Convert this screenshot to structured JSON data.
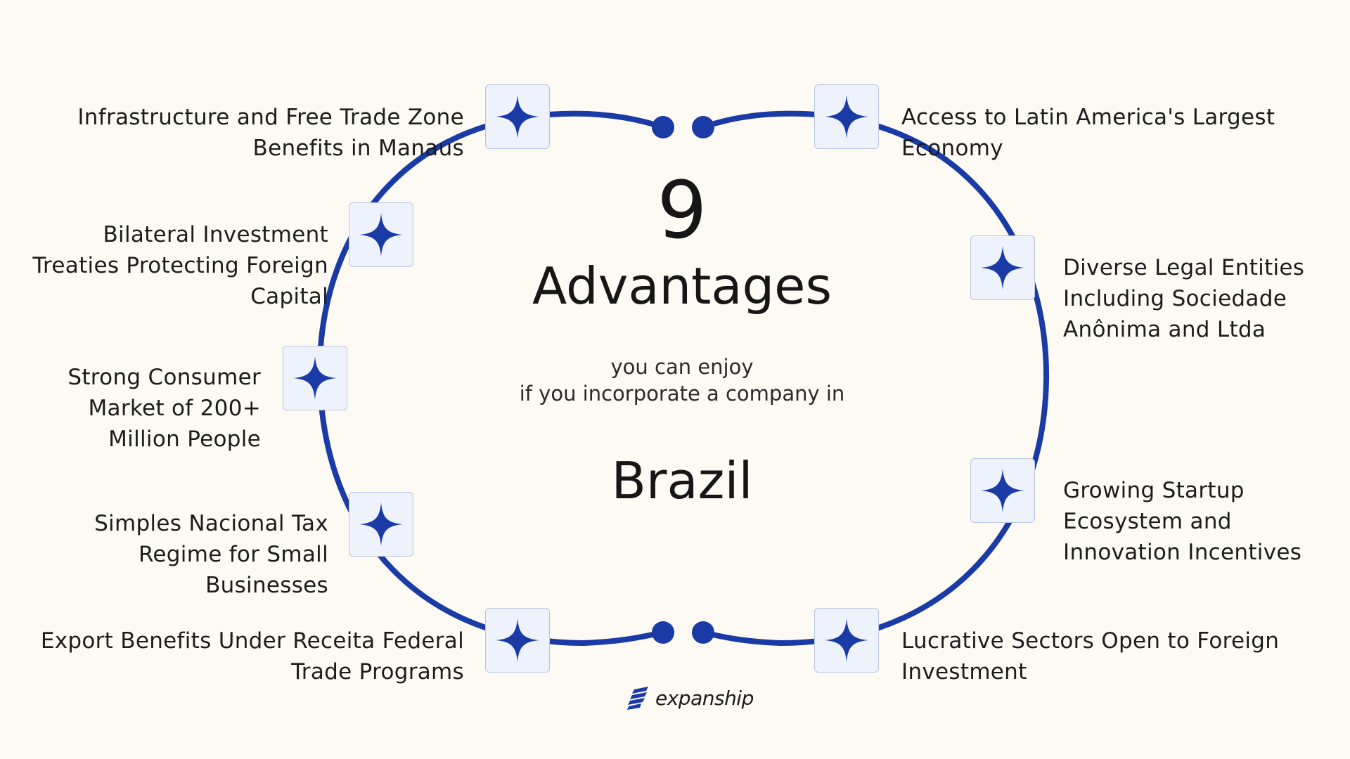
{
  "diagram": {
    "count": "9",
    "heading": "Advantages",
    "subtitle_line1": "you can enjoy",
    "subtitle_line2": "if you incorporate a company in",
    "country": "Brazil",
    "accent_color": "#1a3aa6",
    "badge_icon": "four-point-star-icon",
    "advantages": [
      {
        "lines": [
          "Infrastructure and Free Trade Zone",
          "Benefits in Manaus"
        ]
      },
      {
        "lines": [
          "Access to Latin America's Largest",
          "Economy"
        ]
      },
      {
        "lines": [
          "Bilateral Investment",
          "Treaties Protecting Foreign",
          "Capital"
        ]
      },
      {
        "lines": [
          "Diverse Legal Entities",
          "Including Sociedade",
          "Anônima and Ltda"
        ]
      },
      {
        "lines": [
          "Strong Consumer",
          "Market of 200+",
          "Million People"
        ]
      },
      {
        "lines": [
          "Growing Startup",
          "Ecosystem and",
          "Innovation Incentives"
        ]
      },
      {
        "lines": [
          "Simples Nacional Tax",
          "Regime for Small",
          "Businesses"
        ]
      },
      {
        "lines": [
          "Export Benefits Under Receita Federal",
          "Trade Programs"
        ]
      },
      {
        "lines": [
          "Lucrative Sectors Open to Foreign",
          "Investment"
        ]
      }
    ]
  },
  "brand": {
    "logo_text": "expanship",
    "logo_icon": "expanship-logo-icon"
  }
}
